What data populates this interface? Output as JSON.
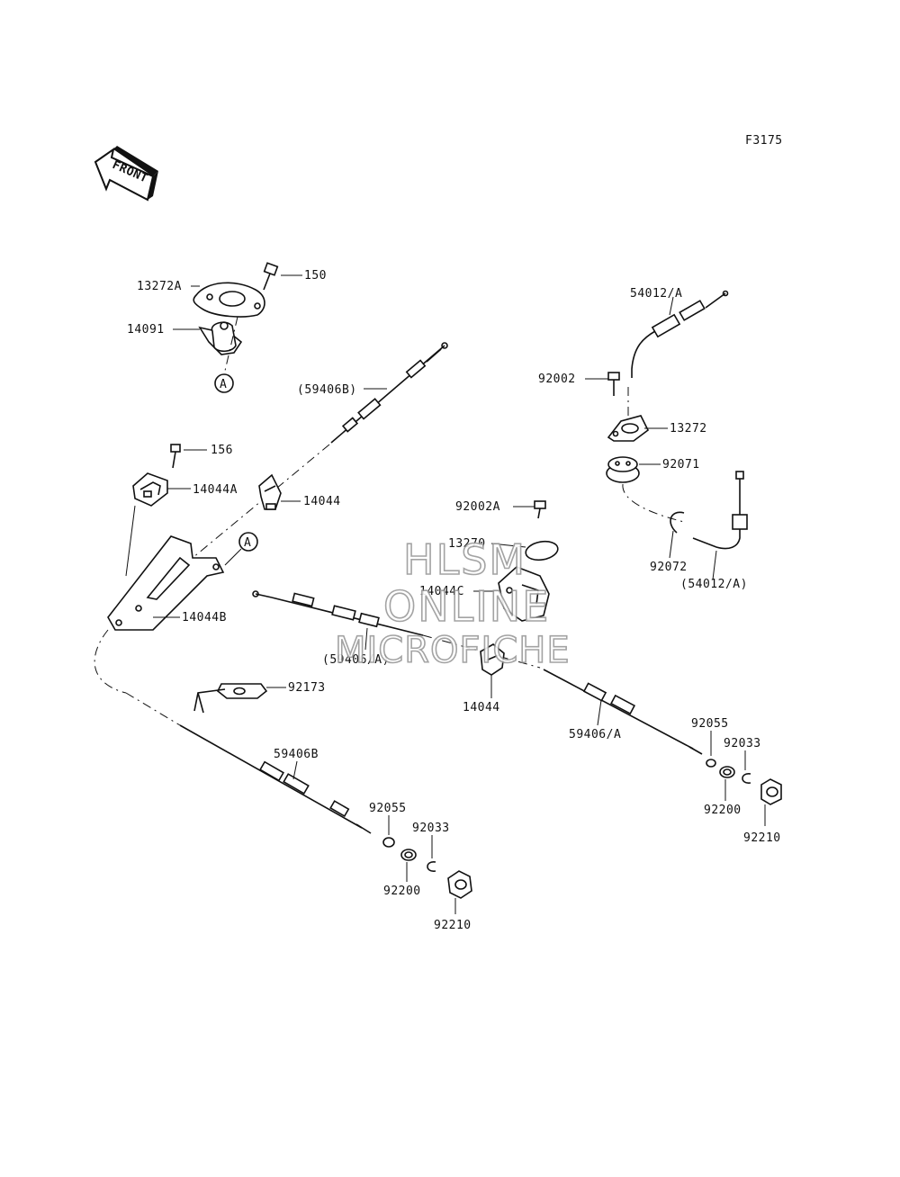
{
  "figure_code": "F3175",
  "front_label": "FRONT",
  "circle_ref": "A",
  "watermark": {
    "line1": "HLSM",
    "line2": "ONLINE",
    "line3": "MICROFICHE"
  },
  "labels": {
    "p13272A": "13272A",
    "p150": "150",
    "p14091": "14091",
    "p59406B_paren": "(59406B)",
    "p156": "156",
    "p14044A": "14044A",
    "p14044_upper": "14044",
    "p14044B": "14044B",
    "p54012A": "54012/A",
    "p92002": "92002",
    "p13272": "13272",
    "p92071": "92071",
    "p92072": "92072",
    "p54012A_paren": "(54012/A)",
    "p92002A": "92002A",
    "p13270": "13270",
    "p14044C": "14044C",
    "p59406A_paren": "(59406/A)",
    "p14044_lower": "14044",
    "p92173": "92173",
    "p59406B": "59406B",
    "p59406A": "59406/A",
    "p92055_right": "92055",
    "p92033_right": "92033",
    "p92200_right": "92200",
    "p92210_right": "92210",
    "p92055_left": "92055",
    "p92033_left": "92033",
    "p92200_left": "92200",
    "p92210_left": "92210"
  }
}
